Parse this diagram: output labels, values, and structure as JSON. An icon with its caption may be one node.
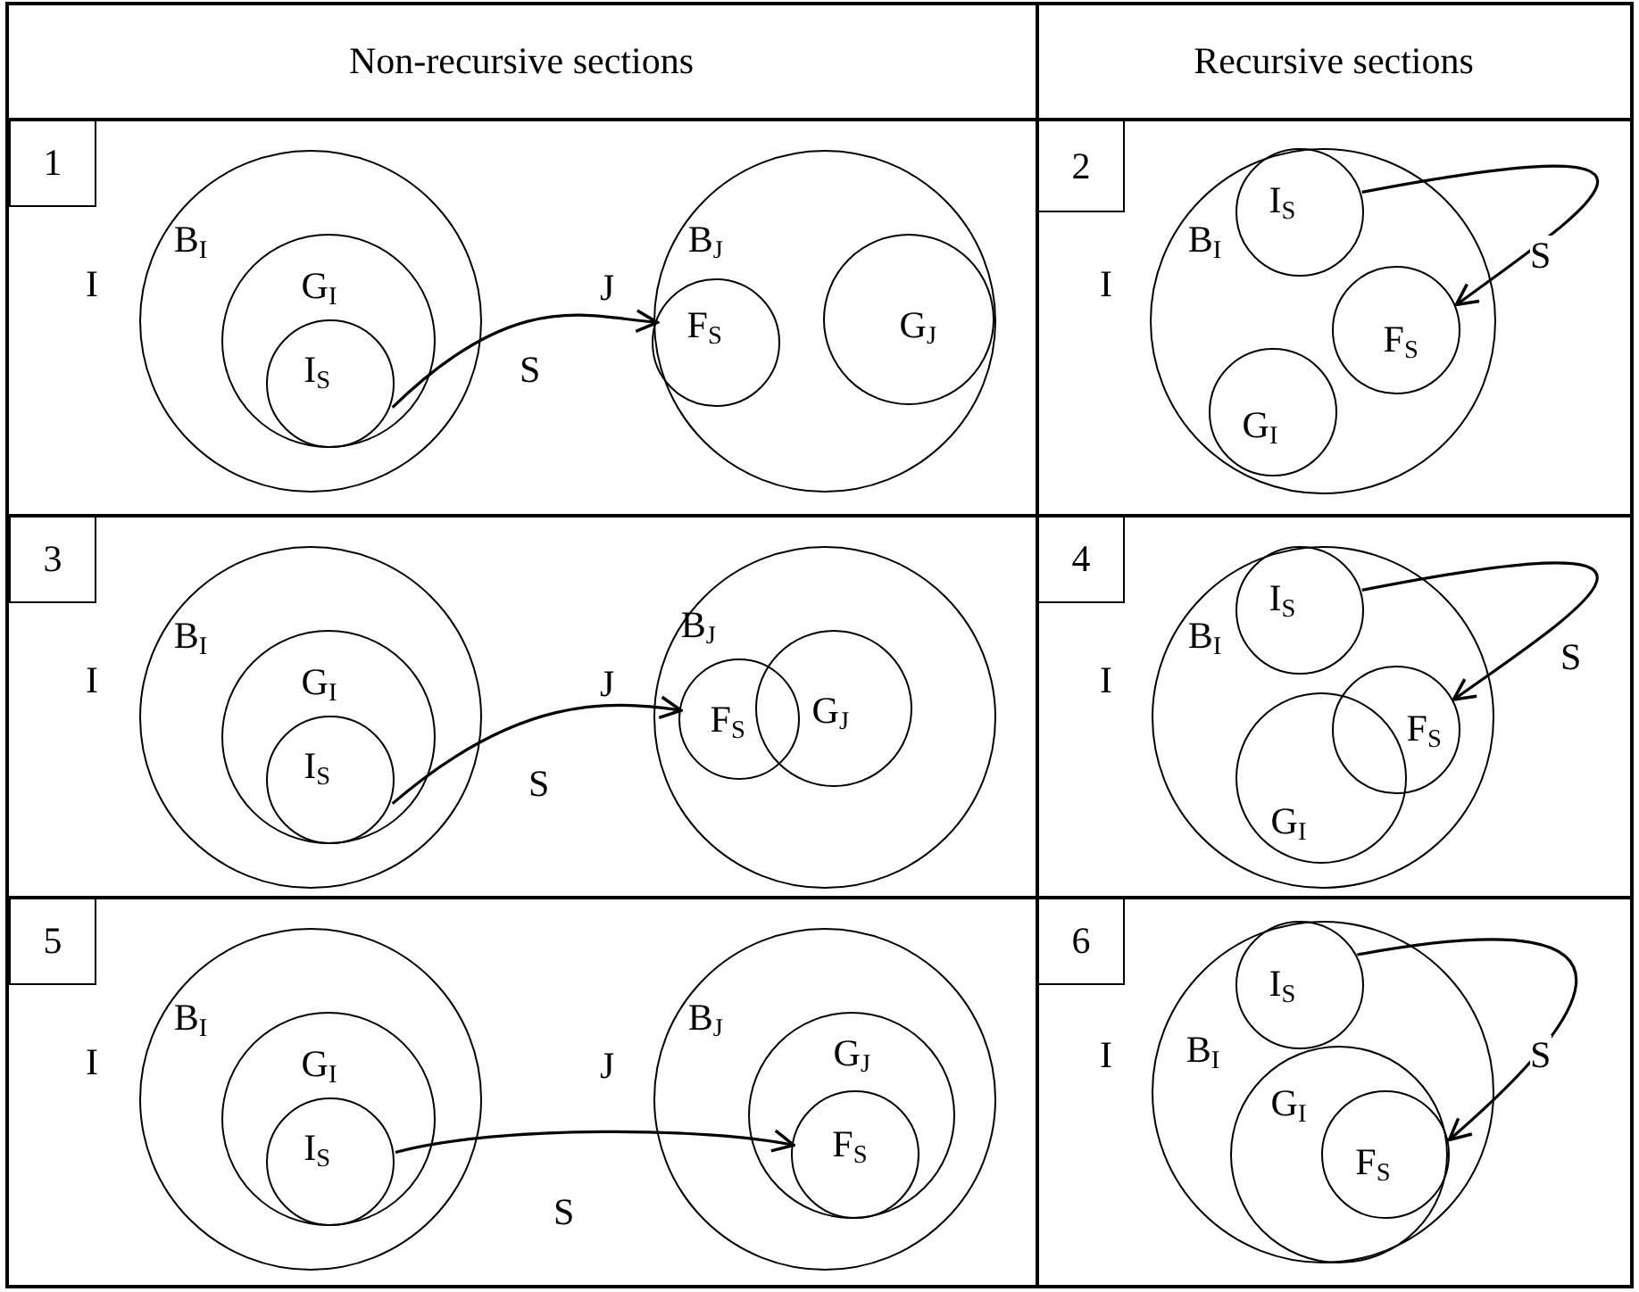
{
  "diagram": {
    "nodes": [
      {
        "text": [
          "1"
        ]
      },
      {
        "text": [
          "B$_{I}$"
        ],
        "beside": [
          "I"
        ]
      },
      {
        "text": [
          "G$_{I}$"
        ],
        "in": 1
      },
      {
        "text": [
          "I$_{S}$"
        ],
        "in": 2
      },
      {
        "text": [
          "B$_{J}$"
        ],
        "beside": [
          "J"
        ]
      },
      {
        "text": [
          "F$_{S}$"
        ],
        "in": 4
      },
      {
        "text": [
          "G$_{J}$"
        ],
        "in": 4
      },
      {
        "text": [
          "2"
        ]
      },
      {
        "text": [
          "B$_{I}$"
        ],
        "beside": [
          "I"
        ]
      },
      {
        "text": [
          "I$_{S}$"
        ],
        "in": 8
      },
      {
        "text": [
          "F$_{S}$"
        ],
        "in": 8
      },
      {
        "text": [
          "G$_{I}$"
        ],
        "in": 8
      },
      {
        "text": [
          "3"
        ]
      },
      {
        "text": [
          "B$_{I}$"
        ],
        "beside": [
          "I"
        ]
      },
      {
        "text": [
          "G$_{I}$"
        ],
        "in": 13
      },
      {
        "text": [
          "I$_{S}$"
        ],
        "in": 14
      },
      {
        "text": [
          "B$_{J}$"
        ],
        "beside": [
          "J"
        ]
      },
      {
        "text": [
          "F$_{S}$"
        ],
        "in": 16
      },
      {
        "text": [
          "G$_{J}$"
        ],
        "in": 16
      },
      {
        "text": [
          "4"
        ]
      },
      {
        "text": [
          "B$_{I}$"
        ],
        "beside": [
          "I"
        ]
      },
      {
        "text": [
          "I$_{S}$"
        ],
        "in": 20
      },
      {
        "text": [
          "F$_{S}$"
        ],
        "in": 20
      },
      {
        "text": [
          "G$_{I}$"
        ],
        "in": 20
      },
      {
        "text": [
          "5"
        ]
      },
      {
        "text": [
          "B$_{I}$"
        ],
        "beside": [
          "I"
        ]
      },
      {
        "text": [
          "G$_{I}$"
        ],
        "in": 25
      },
      {
        "text": [
          "I$_{S}$"
        ],
        "in": 26
      },
      {
        "text": [
          "B$_{J}$"
        ],
        "beside": [
          "J"
        ]
      },
      {
        "text": [
          "G$_{J}$"
        ],
        "in": 28
      },
      {
        "text": [
          "F$_{S}$"
        ],
        "in": 29
      },
      {
        "text": [
          "6"
        ]
      },
      {
        "text": [
          "B$_{I}$"
        ],
        "beside": [
          "I"
        ]
      },
      {
        "text": [
          "I$_{S}$"
        ],
        "in": 32
      },
      {
        "text": [
          "G$_{I}$"
        ],
        "in": 32
      },
      {
        "text": [
          "F$_{S}$"
        ],
        "in": 34
      }
    ],
    "edges": [
      {
        "from": 3,
        "to": 5,
        "arrow": "to",
        "label": "S"
      },
      {
        "from": 9,
        "to": 10,
        "arrow": "to",
        "label": "S"
      },
      {
        "from": 15,
        "to": 17,
        "arrow": "to",
        "label": "S"
      },
      {
        "from": 21,
        "to": 22,
        "arrow": "to",
        "label": "S"
      },
      {
        "from": 27,
        "to": 30,
        "arrow": "to",
        "label": "S"
      },
      {
        "from": 33,
        "to": 35,
        "arrow": "to",
        "label": "S"
      }
    ],
    "labels": [
      "Non-recursive sections",
      "Recursive sections"
    ]
  }
}
